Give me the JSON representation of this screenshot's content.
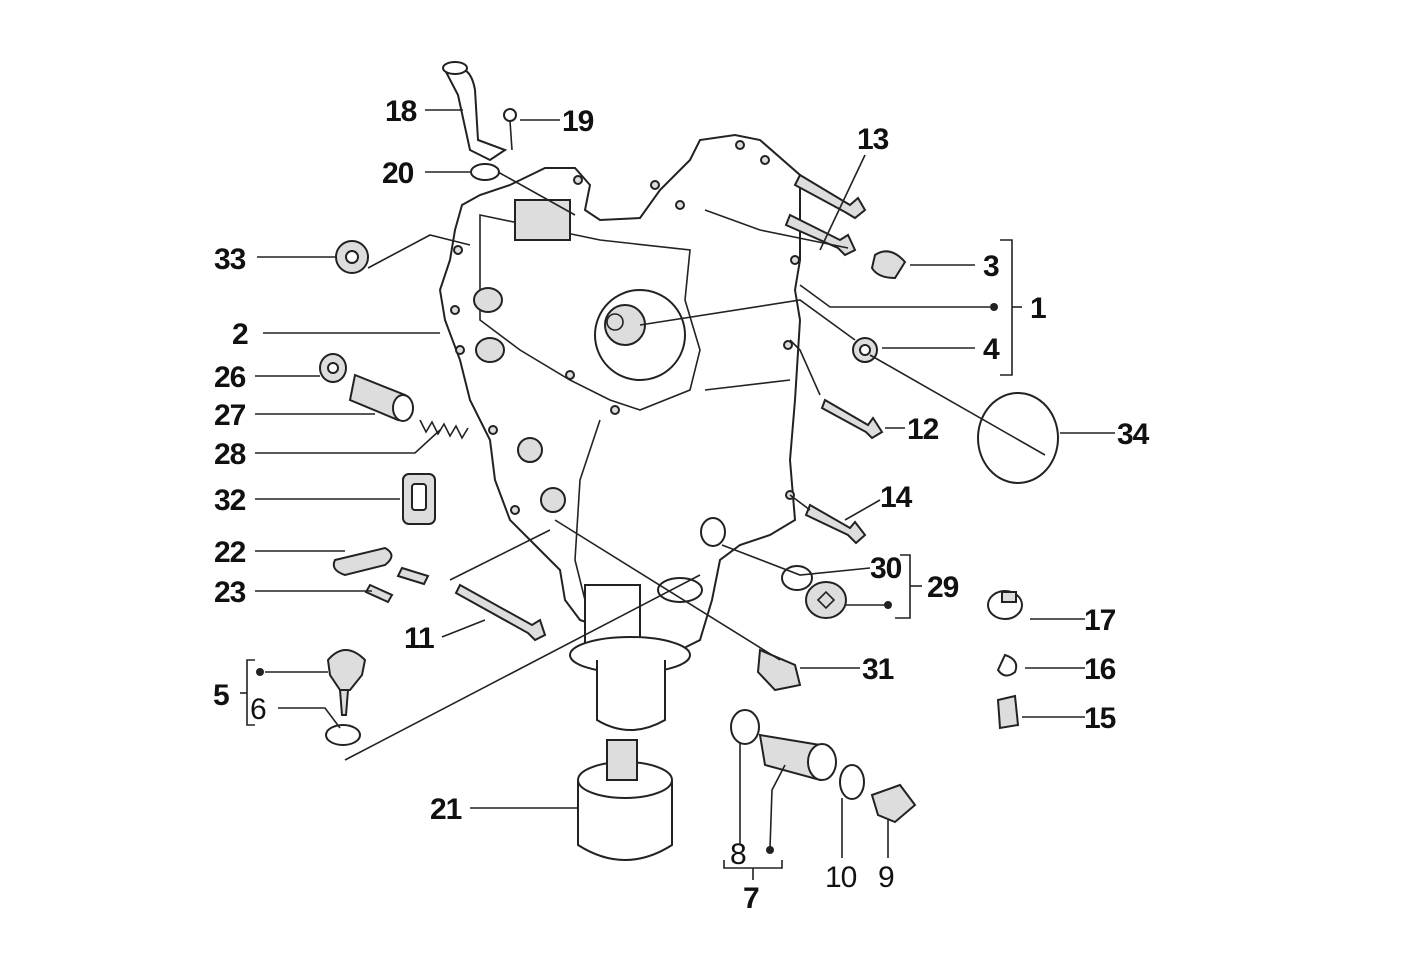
{
  "diagram": {
    "type": "exploded-parts-diagram",
    "labels": [
      "1",
      "2",
      "3",
      "4",
      "5",
      "6",
      "7",
      "8",
      "9",
      "10",
      "11",
      "12",
      "13",
      "14",
      "15",
      "16",
      "17",
      "18",
      "19",
      "20",
      "21",
      "22",
      "23",
      "26",
      "27",
      "28",
      "29",
      "30",
      "31",
      "32",
      "33",
      "34"
    ]
  }
}
